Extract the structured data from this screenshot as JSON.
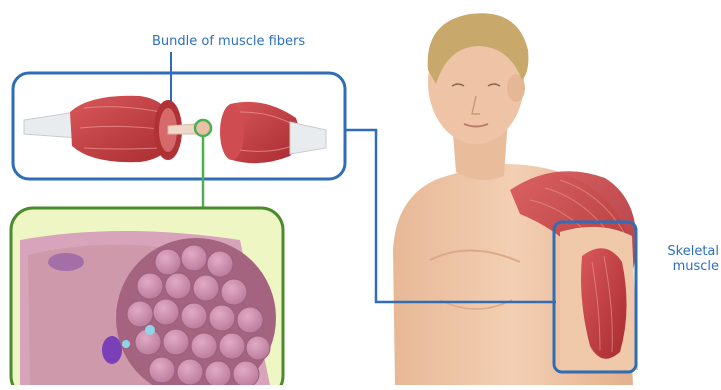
{
  "labels": {
    "bundle": "Bundle of muscle fibers",
    "skeletal_line1": "Skeletal",
    "skeletal_line2": "muscle"
  },
  "colors": {
    "callout_outline": "#2f6db6",
    "label_text": "#2c6fc0",
    "muscle_red": "#c23a3c",
    "skin": "#efc4a4",
    "inset_background": "#eef7c4",
    "fiber_pink": "#c98aa8"
  }
}
